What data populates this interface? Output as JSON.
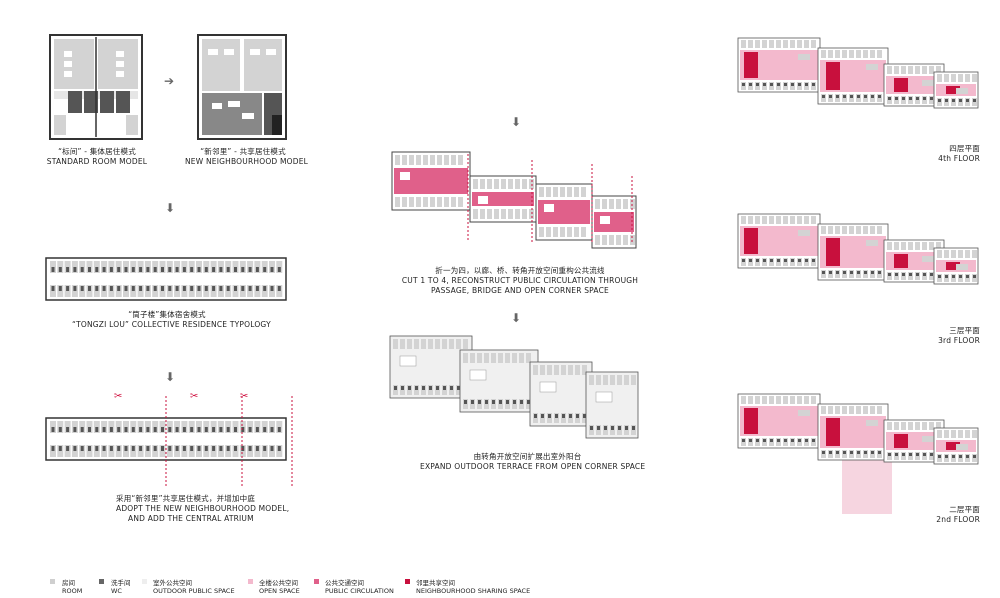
{
  "captions": {
    "standard_room": [
      "“标间” - 集体居住模式",
      "STANDARD ROOM MODEL"
    ],
    "new_neighbourhood": [
      "“新邻里” - 共享居住模式",
      "NEW NEIGHBOURHOOD MODEL"
    ],
    "tongzi_lou": [
      "“筒子楼”集体宿舍模式",
      "“TONGZI LOU” COLLECTIVE RESIDENCE TYPOLOGY"
    ],
    "adopt": [
      "采用“新邻里”共享居住模式，并增加中庭",
      "ADOPT THE NEW  NEIGHBOURHOOD MODEL,",
      "AND ADD THE  CENTRAL ATRIUM"
    ],
    "cut": [
      "折一为四，以廊、桥、转角开放空间重构公共流线",
      "CUT 1 TO 4, RECONSTRUCT PUBLIC CIRCULATION THROUGH",
      "PASSAGE, BRIDGE AND OPEN CORNER SPACE"
    ],
    "expand": [
      "由转角开放空间扩展出室外阳台",
      "EXPAND OUTDOOR TERRACE FROM OPEN CORNER SPACE"
    ]
  },
  "floors": [
    {
      "zh": "四层平面",
      "en": "4th FLOOR"
    },
    {
      "zh": "三层平面",
      "en": "3rd FLOOR"
    },
    {
      "zh": "二层平面",
      "en": "2nd FLOOR"
    }
  ],
  "legend": [
    {
      "zh": "房间",
      "en": "ROOM",
      "color": "#cfcfcf"
    },
    {
      "zh": "洗手间",
      "en": "WC",
      "color": "#666666"
    },
    {
      "zh": "室外公共空间",
      "en": "OUTDOOR PUBLIC SPACE",
      "color": "#eeeeee"
    },
    {
      "zh": "全楼公共空间",
      "en": "OPEN SPACE",
      "color": "#f3b9cd"
    },
    {
      "zh": "公共交通空间",
      "en": "PUBLIC CIRCULATION",
      "color": "#e0608a"
    },
    {
      "zh": "邻里共享空间",
      "en": "NEIGHBOURHOOD SHARING SPACE",
      "color": "#c8103d"
    }
  ],
  "colors": {
    "accent": "#c8103d",
    "pink": "#e0608a",
    "light_pink": "#f3b9cd",
    "grey": "#cfcfcf",
    "dark": "#666666"
  }
}
